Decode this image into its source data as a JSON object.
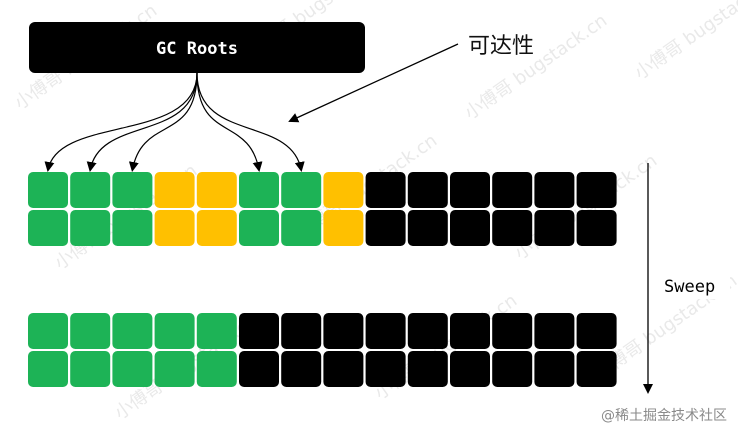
{
  "gc_roots": {
    "label": "GC Roots"
  },
  "reachability_label": "可达性",
  "sweep_label": "Sweep",
  "watermark_corner": "@稀土掘金技术社区",
  "watermark_tile": "小傅哥 bugstack.cn",
  "colors": {
    "live": "#1db356",
    "garbage": "#ffc000",
    "free": "#000000",
    "box": "#000000",
    "arrow": "#000000"
  },
  "before_grid": {
    "columns": 14,
    "rows": [
      [
        "live",
        "live",
        "live",
        "garbage",
        "garbage",
        "live",
        "live",
        "garbage",
        "free",
        "free",
        "free",
        "free",
        "free",
        "free"
      ],
      [
        "live",
        "live",
        "live",
        "garbage",
        "garbage",
        "live",
        "live",
        "garbage",
        "free",
        "free",
        "free",
        "free",
        "free",
        "free"
      ]
    ],
    "root_references": [
      0,
      1,
      2,
      5,
      6
    ]
  },
  "after_grid": {
    "columns": 14,
    "rows": [
      [
        "live",
        "live",
        "live",
        "live",
        "live",
        "free",
        "free",
        "free",
        "free",
        "free",
        "free",
        "free",
        "free",
        "free"
      ],
      [
        "live",
        "live",
        "live",
        "live",
        "live",
        "free",
        "free",
        "free",
        "free",
        "free",
        "free",
        "free",
        "free",
        "free"
      ]
    ]
  }
}
